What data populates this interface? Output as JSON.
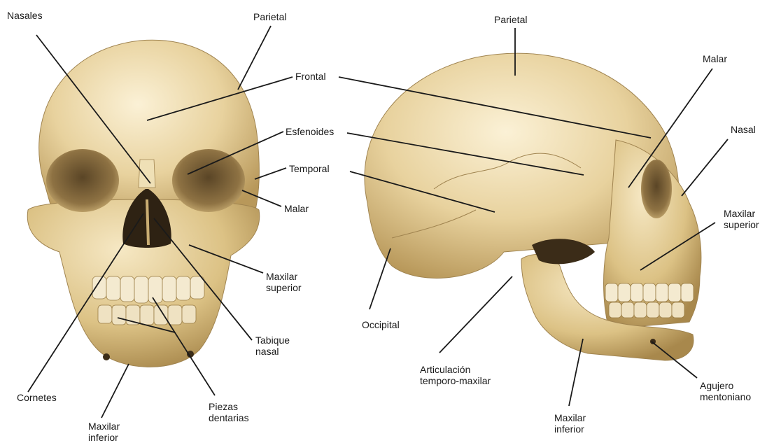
{
  "colors": {
    "bone_light": "#f3e3b8",
    "bone_mid": "#dcc285",
    "bone_dark": "#9a7d45",
    "cavity": "#3b2c18",
    "leader": "#1a1a1a"
  },
  "front_view": {
    "labels": {
      "nasales": "Nasales",
      "parietal": "Parietal",
      "frontal": "Frontal",
      "esfenoides": "Esfenoides",
      "temporal": "Temporal",
      "malar": "Malar",
      "maxilar_superior": "Maxilar\nsuperior",
      "tabique_nasal": "Tabique\nnasal",
      "cornetes": "Cornetes",
      "piezas_dentarias": "Piezas\ndentarias",
      "maxilar_inferior": "Maxilar\ninferior"
    }
  },
  "side_view": {
    "labels": {
      "parietal": "Parietal",
      "malar": "Malar",
      "nasal": "Nasal",
      "maxilar_superior": "Maxilar\nsuperior",
      "occipital": "Occipital",
      "articulacion": "Articulación\ntemporo-maxilar",
      "maxilar_inferior": "Maxilar\ninferior",
      "agujero_mentoniano": "Agujero\nmentoniano"
    }
  }
}
